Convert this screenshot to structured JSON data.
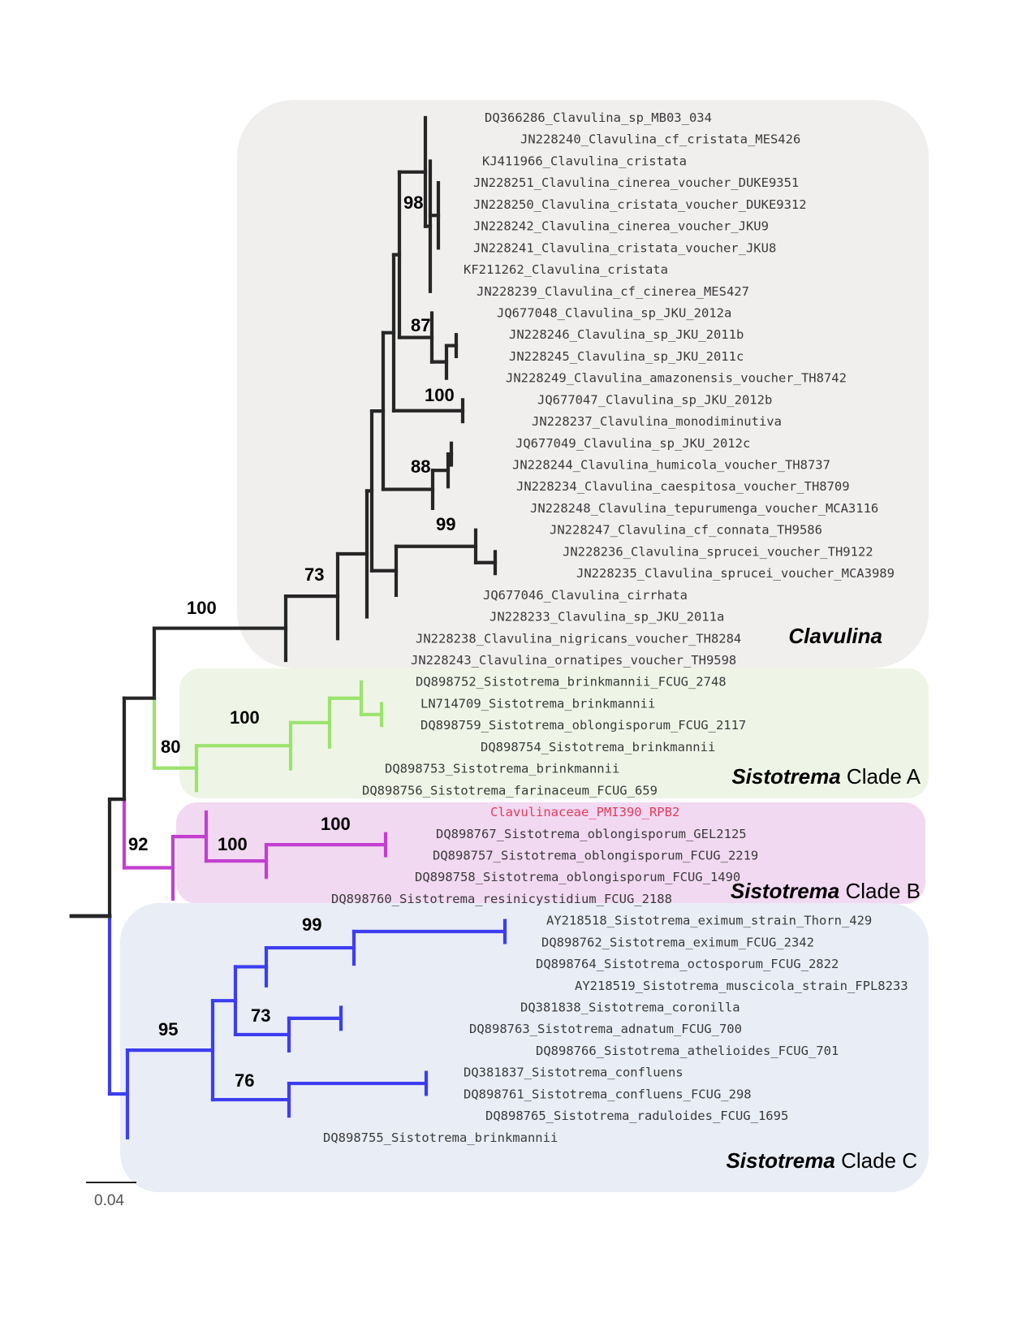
{
  "colors": {
    "black": "#262626",
    "green": "#9be36f",
    "magenta": "#c23fd0",
    "blue": "#3d3df0",
    "highlight_taxon": "#e63a5a",
    "leaf_text": "#3a3a3a",
    "bg_clavulina": "#f1eeee",
    "bg_cladeA": "#eff5e6",
    "bg_cladeB": "#f2d9f2",
    "bg_cladeC": "#e9edf6"
  },
  "taxa": {
    "t1": "DQ366286_Clavulina_sp_MB03_034",
    "t2": "JN228240_Clavulina_cf_cristata_MES426",
    "t3": "KJ411966_Clavulina_cristata",
    "t4": "JN228251_Clavulina_cinerea_voucher_DUKE9351",
    "t5": "JN228250_Clavulina_cristata_voucher_DUKE9312",
    "t6": "JN228242_Clavulina_cinerea_voucher_JKU9",
    "t7": "JN228241_Clavulina_cristata_voucher_JKU8",
    "t8": "KF211262_Clavulina_cristata",
    "t9": "JN228239_Clavulina_cf_cinerea_MES427",
    "t10": "JQ677048_Clavulina_sp_JKU_2012a",
    "t11": "JN228246_Clavulina_sp_JKU_2011b",
    "t12": "JN228245_Clavulina_sp_JKU_2011c",
    "t13": "JN228249_Clavulina_amazonensis_voucher_TH8742",
    "t14": "JQ677047_Clavulina_sp_JKU_2012b",
    "t15": "JN228237_Clavulina_monodiminutiva",
    "t16": "JQ677049_Clavulina_sp_JKU_2012c",
    "t17": "JN228244_Clavulina_humicola_voucher_TH8737",
    "t18": "JN228234_Clavulina_caespitosa_voucher_TH8709",
    "t19": "JN228248_Clavulina_tepurumenga_voucher_MCA3116",
    "t20": "JN228247_Clavulina_cf_connata_TH9586",
    "t21": "JN228236_Clavulina_sprucei_voucher_TH9122",
    "t22": "JN228235_Clavulina_sprucei_voucher_MCA3989",
    "t23": "JQ677046_Clavulina_cirrhata",
    "t24": "JN228233_Clavulina_sp_JKU_2011a",
    "t25": "JN228238_Clavulina_nigricans_voucher_TH8284",
    "t26": "JN228243_Clavulina_ornatipes_voucher_TH9598",
    "t27": "DQ898752_Sistotrema_brinkmannii_FCUG_2748",
    "t28": "LN714709_Sistotrema_brinkmannii",
    "t29": "DQ898759_Sistotrema_oblongisporum_FCUG_2117",
    "t30": "DQ898754_Sistotrema_brinkmannii",
    "t31": "DQ898753_Sistotrema_brinkmannii",
    "t32": "DQ898756_Sistotrema_farinaceum_FCUG_659",
    "t33": "Clavulinaceae_PMI390_RPB2",
    "t34": "DQ898767_Sistotrema_oblongisporum_GEL2125",
    "t35": "DQ898757_Sistotrema_oblongisporum_FCUG_2219",
    "t36": "DQ898758_Sistotrema_oblongisporum_FCUG_1490",
    "t37": "DQ898760_Sistotrema_resinicystidium_FCUG_2188",
    "t38": "AY218518_Sistotrema_eximum_strain_Thorn_429",
    "t39": "DQ898762_Sistotrema_eximum_FCUG_2342",
    "t40": "DQ898764_Sistotrema_octosporum_FCUG_2822",
    "t41": "AY218519_Sistotrema_muscicola_strain_FPL8233",
    "t42": "DQ381838_Sistotrema_coronilla",
    "t43": "DQ898763_Sistotrema_adnatum_FCUG_700",
    "t44": "DQ898766_Sistotrema_athelioides_FCUG_701",
    "t45": "DQ381837_Sistotrema_confluens",
    "t46": "DQ898761_Sistotrema_confluens_FCUG_298",
    "t47": "DQ898765_Sistotrema_raduloides_FCUG_1695",
    "t48": "DQ898755_Sistotrema_brinkmannii"
  },
  "supports": {
    "s98": "98",
    "s87": "87",
    "s100a": "100",
    "s88": "88",
    "s99a": "99",
    "s73a": "73",
    "s100b": "100",
    "s80": "80",
    "s100c": "100",
    "s92": "92",
    "s100d": "100",
    "s100e": "100",
    "s99b": "99",
    "s95": "95",
    "s73b": "73",
    "s76": "76"
  },
  "clades": {
    "clavulina": {
      "genus": "Clavulina",
      "suffix": ""
    },
    "cladeA": {
      "genus": "Sistotrema",
      "suffix": " Clade A"
    },
    "cladeB": {
      "genus": "Sistotrema",
      "suffix": " Clade B"
    },
    "cladeC": {
      "genus": "Sistotrema",
      "suffix": " Clade C"
    }
  },
  "scale_bar": {
    "label": "0.04"
  }
}
